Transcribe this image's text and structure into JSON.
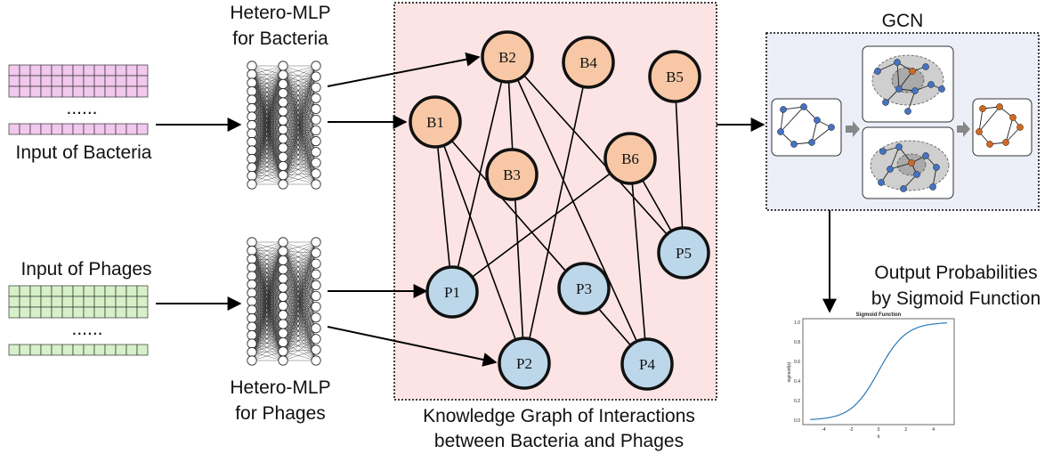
{
  "inputs": {
    "bacteria_label": "Input of Bacteria",
    "phages_label": "Input of Phages",
    "ellipsis": "......"
  },
  "mlp": {
    "bacteria_title_1": "Hetero-MLP",
    "bacteria_title_2": "for Bacteria",
    "phages_title_1": "Hetero-MLP",
    "phages_title_2": "for Phages"
  },
  "graph": {
    "caption_1": "Knowledge Graph of Interactions",
    "caption_2": "between Bacteria and Phages",
    "nodes": [
      {
        "id": "B1",
        "type": "bacteria"
      },
      {
        "id": "B2",
        "type": "bacteria"
      },
      {
        "id": "B3",
        "type": "bacteria"
      },
      {
        "id": "B4",
        "type": "bacteria"
      },
      {
        "id": "B5",
        "type": "bacteria"
      },
      {
        "id": "B6",
        "type": "bacteria"
      },
      {
        "id": "P1",
        "type": "phage"
      },
      {
        "id": "P2",
        "type": "phage"
      },
      {
        "id": "P3",
        "type": "phage"
      },
      {
        "id": "P4",
        "type": "phage"
      },
      {
        "id": "P5",
        "type": "phage"
      }
    ],
    "edges": [
      [
        "B2",
        "P1"
      ],
      [
        "B2",
        "P2"
      ],
      [
        "B2",
        "P4"
      ],
      [
        "B2",
        "P5"
      ],
      [
        "B1",
        "P1"
      ],
      [
        "B1",
        "P2"
      ],
      [
        "B1",
        "P4"
      ],
      [
        "B4",
        "P2"
      ],
      [
        "B5",
        "P5"
      ],
      [
        "B6",
        "P1"
      ],
      [
        "B6",
        "P4"
      ],
      [
        "B6",
        "P5"
      ]
    ]
  },
  "gcn": {
    "title": "GCN"
  },
  "output": {
    "title_1": "Output Probabilities",
    "title_2": "by Sigmoid Function",
    "plot_title": "Sigmoid Function",
    "xlabel": "x",
    "ylabel": "sigmoid(x)",
    "xticks": [
      "-4",
      "-2",
      "0",
      "2",
      "4"
    ],
    "yticks": [
      "0.0",
      "0.2",
      "0.4",
      "0.6",
      "0.8",
      "1.0"
    ]
  },
  "colors": {
    "bacteria_fill": "#f8c8a6",
    "phage_fill": "#bdd7ea",
    "graph_bg": "#fde4e4",
    "gcn_bg": "#eceef8",
    "input_bacteria": "#f2c8ee",
    "input_phages": "#d6f0c8",
    "gcn_blue": "#4472c4",
    "gcn_orange": "#d2691e",
    "curve": "#2a7ab8"
  }
}
